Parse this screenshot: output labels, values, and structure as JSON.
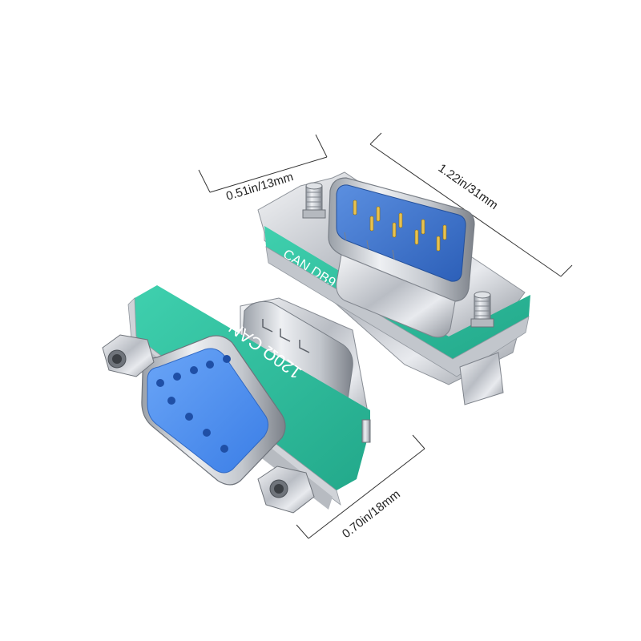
{
  "dimensions": {
    "depth": "0.51in/13mm",
    "length": "1.22in/31mm",
    "width": "0.70in/18mm"
  },
  "adapter_left": {
    "band_label": "120Ω CAN"
  },
  "adapter_right": {
    "band_label": "CAN  DB9  Adapter"
  },
  "colors": {
    "band": "#2bbf9e",
    "female_insert": "#4a8ef0",
    "male_insert": "#3f78d6",
    "metal": "#c9ccd1"
  }
}
